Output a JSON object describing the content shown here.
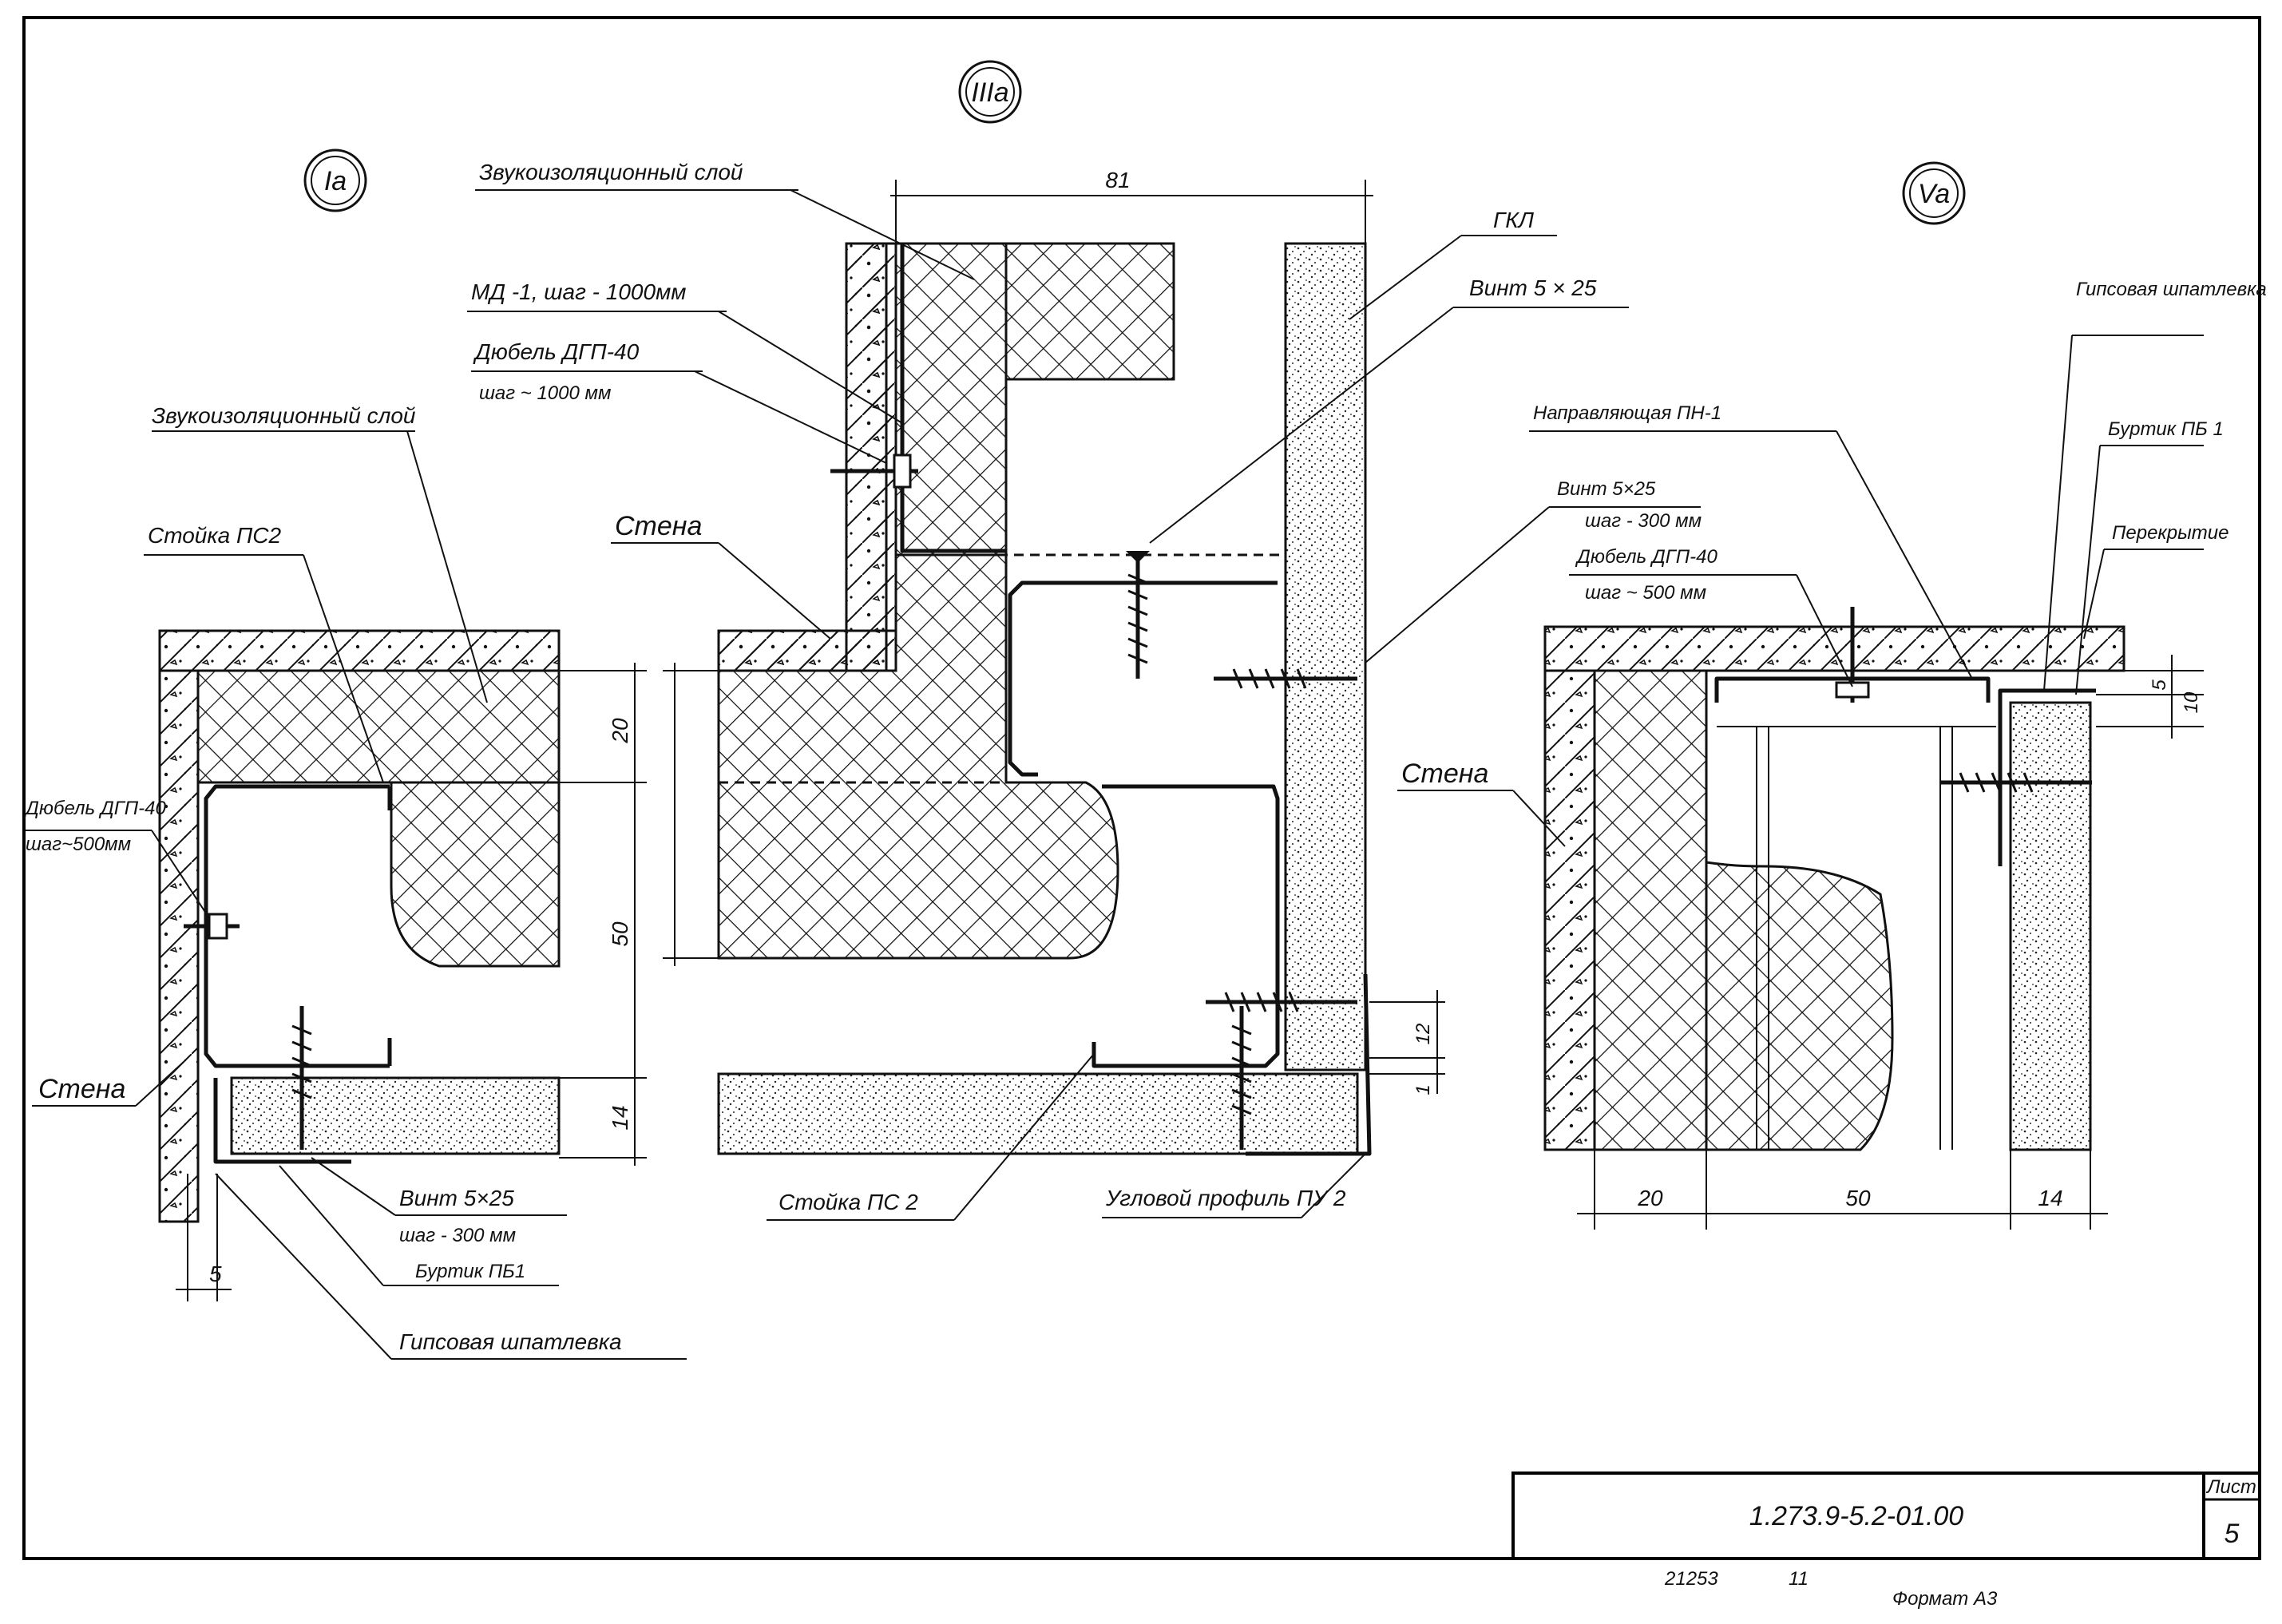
{
  "sections": {
    "ia": "Ia",
    "iiia": "IIIa",
    "va": "Va"
  },
  "labels_ia": {
    "sound_layer": "Звукоизоляционный слой",
    "stud": "Стойка ПС2",
    "dowel": "Дюбель ДГП-40",
    "dowel_step": "шаг~500мм",
    "wall": "Стена",
    "screw": "Винт  5×25",
    "screw_step": "шаг - 300 мм",
    "bead": "Буртик ПБ1",
    "putty": "Гипсовая шпатлевка"
  },
  "labels_iiia": {
    "sound_layer": "Звукоизоляционный слой",
    "md": "МД -1, шаг - 1000мм",
    "dowel": "Дюбель  ДГП-40",
    "dowel_step": "шаг ~ 1000 мм",
    "gkl": "ГКЛ",
    "screw": "Винт 5 × 25",
    "wall": "Стена",
    "stud": "Стойка ПС 2",
    "corner_profile": "Угловой профиль ПУ 2"
  },
  "labels_va": {
    "putty": "Гипсовая шпатлевка",
    "guide": "Направляющая  ПН-1",
    "bead": "Буртик ПБ 1",
    "screw": "Винт 5×25",
    "screw_step": "шаг - 300 мм",
    "dowel": "Дюбель ДГП-40",
    "dowel_step": "шаг ~ 500 мм",
    "floor": "Перекрытие",
    "wall": "Стена"
  },
  "dimensions": {
    "ia_20": "20",
    "ia_50": "50",
    "ia_14": "14",
    "ia_5": "5",
    "iiia_81": "81",
    "iiia_12": "12",
    "iiia_1": "1",
    "va_20": "20",
    "va_50": "50",
    "va_14": "14",
    "va_5": "5",
    "va_10": "10"
  },
  "title_block": {
    "code": "1.273.9-5.2-01.00",
    "sheet_label": "Лист",
    "sheet_number": "5"
  },
  "footer": {
    "inventory": "21253",
    "inventory_suffix": "11",
    "format": "Формат  А3"
  },
  "colors": {
    "line": "#111111",
    "paper": "#ffffff"
  }
}
